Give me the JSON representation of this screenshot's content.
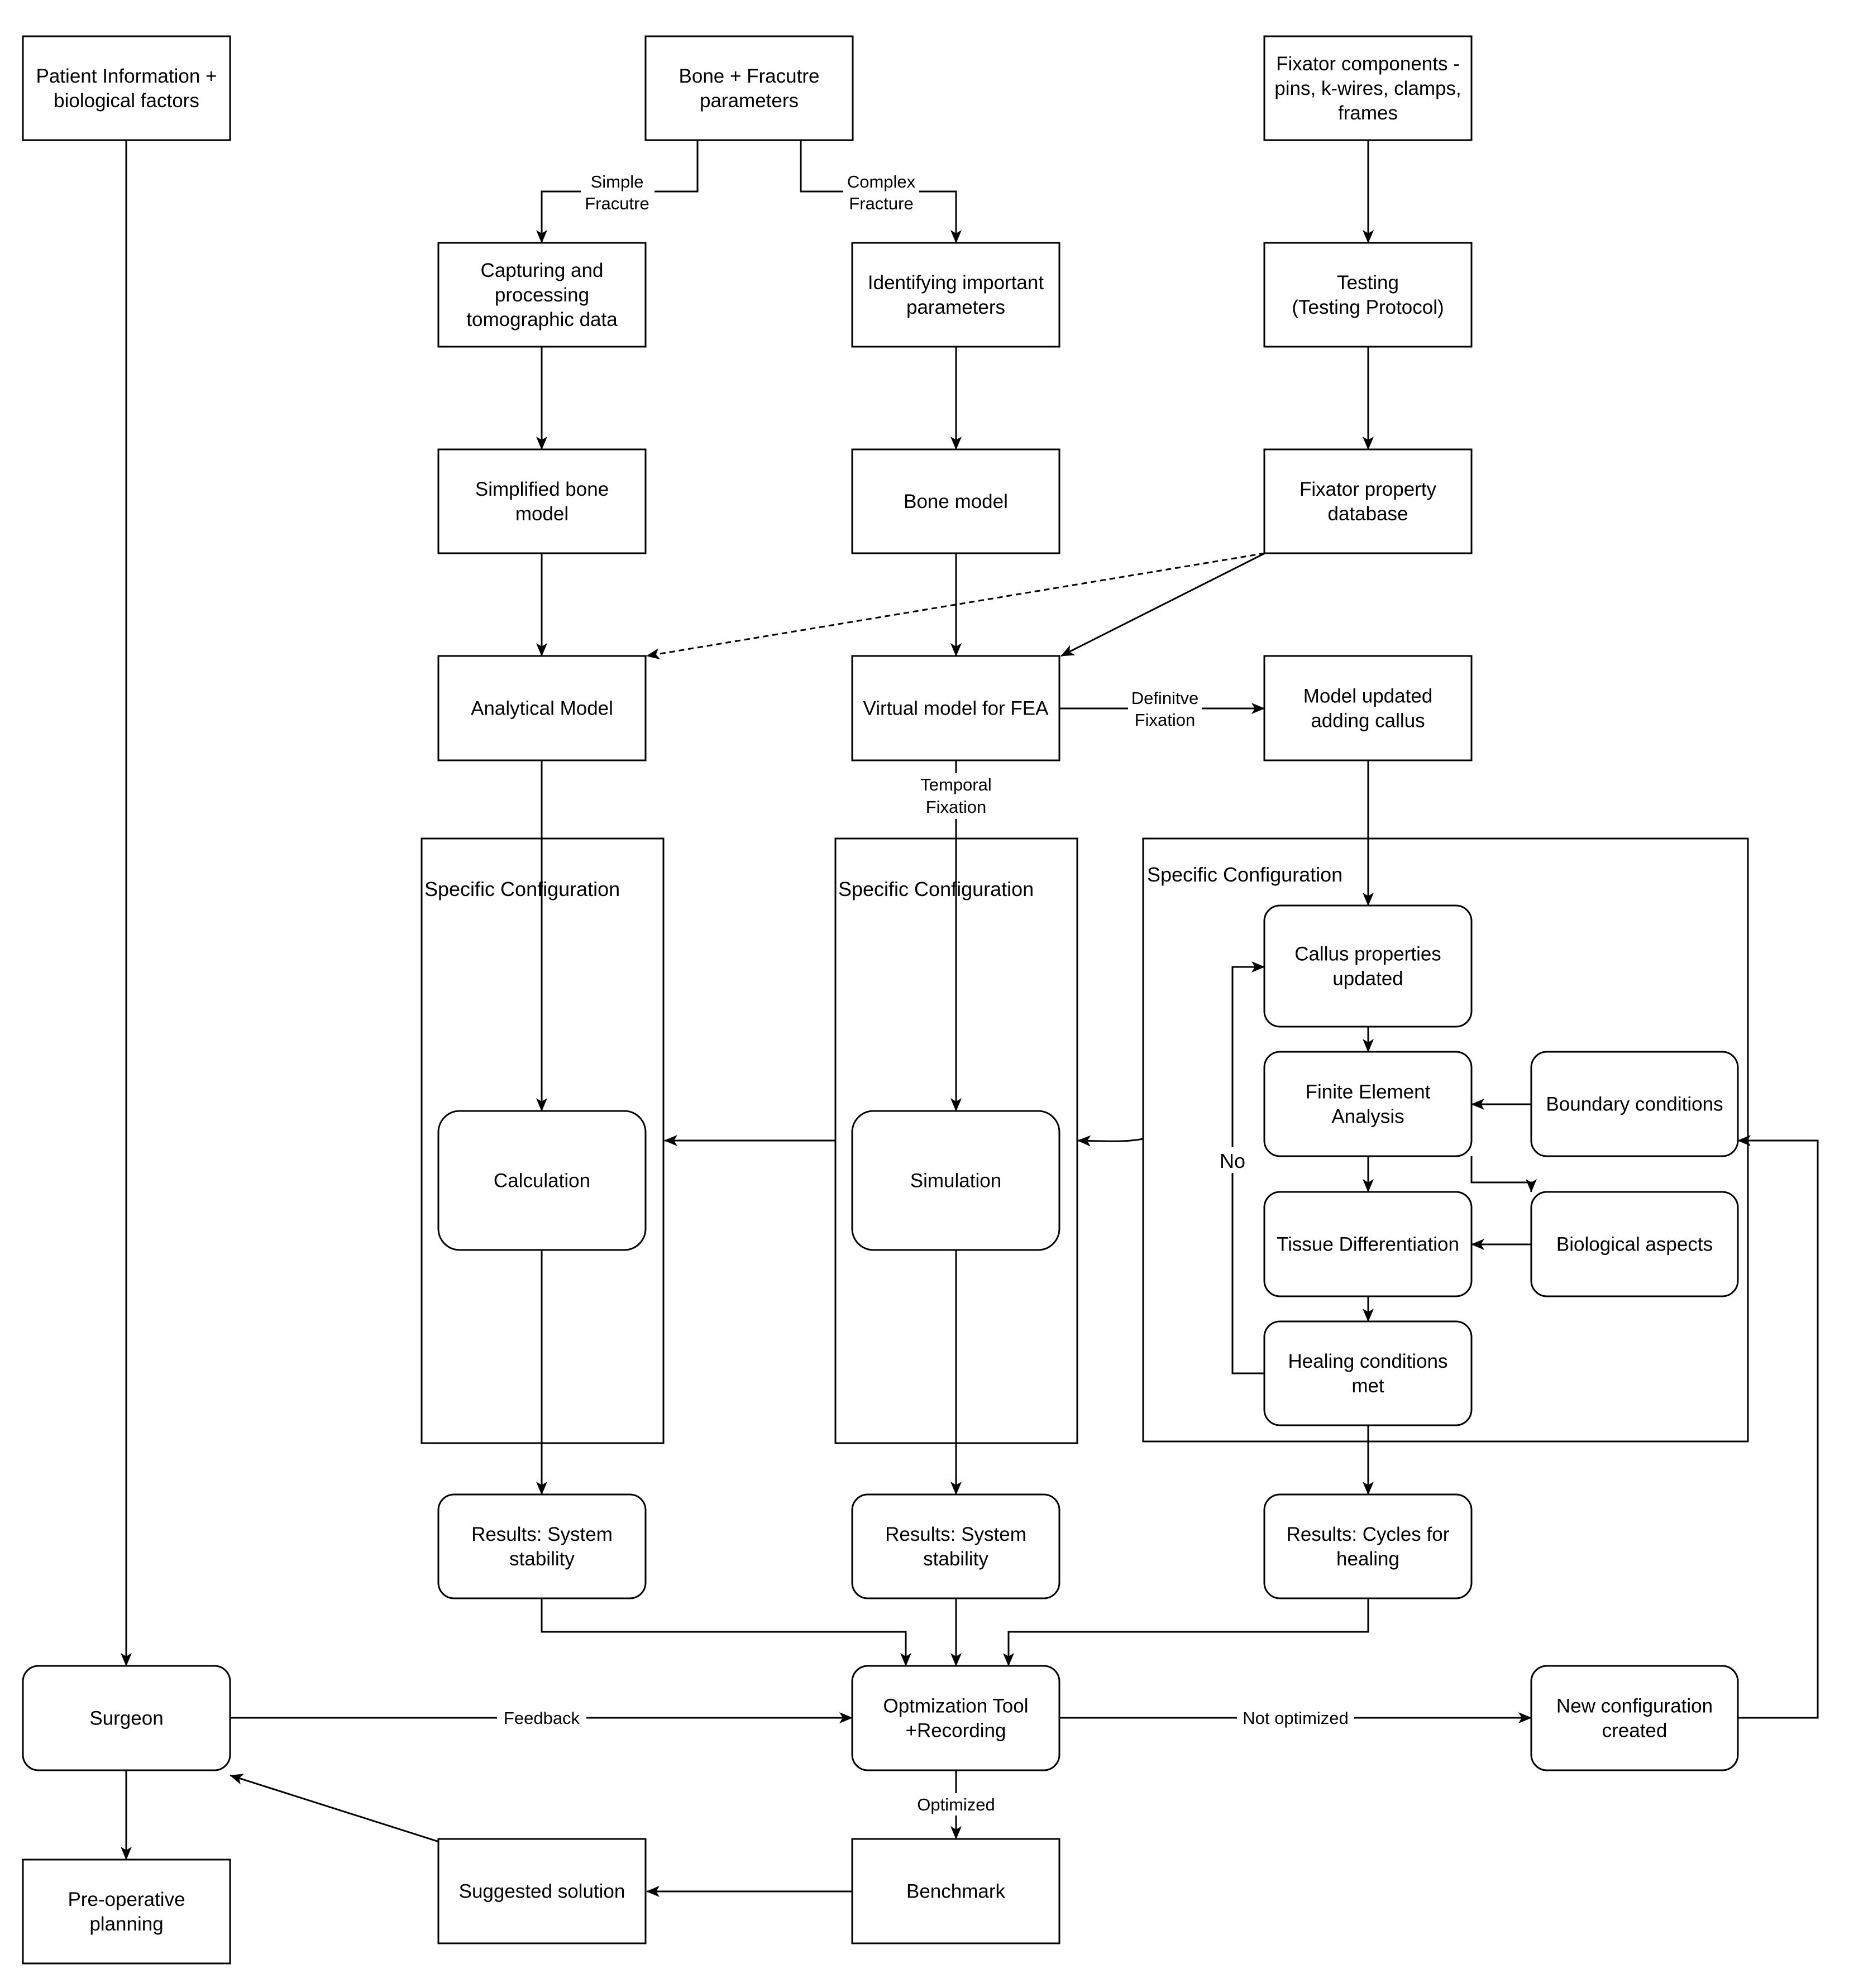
{
  "nodes": {
    "patient_info": {
      "lines": [
        "Patient Information +",
        "biological factors"
      ]
    },
    "bone_fracture": {
      "lines": [
        "Bone + Fracutre",
        "parameters"
      ]
    },
    "fixator_components": {
      "lines": [
        "Fixator components -",
        "pins, k-wires, clamps,",
        "frames"
      ]
    },
    "capturing": {
      "lines": [
        "Capturing and",
        "processing",
        "tomographic data"
      ]
    },
    "identifying": {
      "lines": [
        "Identifying important",
        "parameters"
      ]
    },
    "testing": {
      "lines": [
        "Testing",
        "(Testing Protocol)"
      ]
    },
    "simplified_bone": {
      "lines": [
        "Simplified bone",
        "model"
      ]
    },
    "bone_model": {
      "lines": [
        "Bone model"
      ]
    },
    "fixator_db": {
      "lines": [
        "Fixator property",
        "database"
      ]
    },
    "analytical": {
      "lines": [
        "Analytical Model"
      ]
    },
    "virtual_fea": {
      "lines": [
        "Virtual model for FEA"
      ]
    },
    "model_updated": {
      "lines": [
        "Model updated",
        "adding callus"
      ]
    },
    "callus": {
      "lines": [
        "Callus properties",
        "updated"
      ]
    },
    "fea": {
      "lines": [
        "Finite Element",
        "Analysis"
      ]
    },
    "boundary": {
      "lines": [
        "Boundary conditions"
      ]
    },
    "calculation": {
      "lines": [
        "Calculation"
      ]
    },
    "simulation": {
      "lines": [
        "Simulation"
      ]
    },
    "tissue": {
      "lines": [
        "Tissue Differentiation"
      ]
    },
    "biological": {
      "lines": [
        "Biological aspects"
      ]
    },
    "healing": {
      "lines": [
        "Healing conditions",
        "met"
      ]
    },
    "results_1": {
      "lines": [
        "Results: System",
        "stability"
      ]
    },
    "results_2": {
      "lines": [
        "Results: System",
        "stability"
      ]
    },
    "results_3": {
      "lines": [
        "Results: Cycles for",
        "healing"
      ]
    },
    "surgeon": {
      "lines": [
        "Surgeon"
      ]
    },
    "optimization": {
      "lines": [
        "Optmization Tool",
        "+Recording"
      ]
    },
    "new_config": {
      "lines": [
        "New configuration",
        "created"
      ]
    },
    "preop": {
      "lines": [
        "Pre-operative",
        "planning"
      ]
    },
    "suggested": {
      "lines": [
        "Suggested solution"
      ]
    },
    "benchmark": {
      "lines": [
        "Benchmark"
      ]
    }
  },
  "containers": {
    "config_1": {
      "label": "Specific Configuration"
    },
    "config_2": {
      "label": "Specific Configuration"
    },
    "config_3": {
      "label": "Specific Configuration"
    }
  },
  "edge_labels": {
    "simple_fracture": [
      "Simple",
      "Fracutre"
    ],
    "complex_fracture": [
      "Complex",
      "Fracture"
    ],
    "definitive_fixation": [
      "Definitve",
      "Fixation"
    ],
    "temporal_fixation": [
      "Temporal",
      "Fixation"
    ],
    "no": [
      "No"
    ],
    "feedback": [
      "Feedback"
    ],
    "not_optimized": [
      "Not optimized"
    ],
    "optimized": [
      "Optimized"
    ]
  }
}
